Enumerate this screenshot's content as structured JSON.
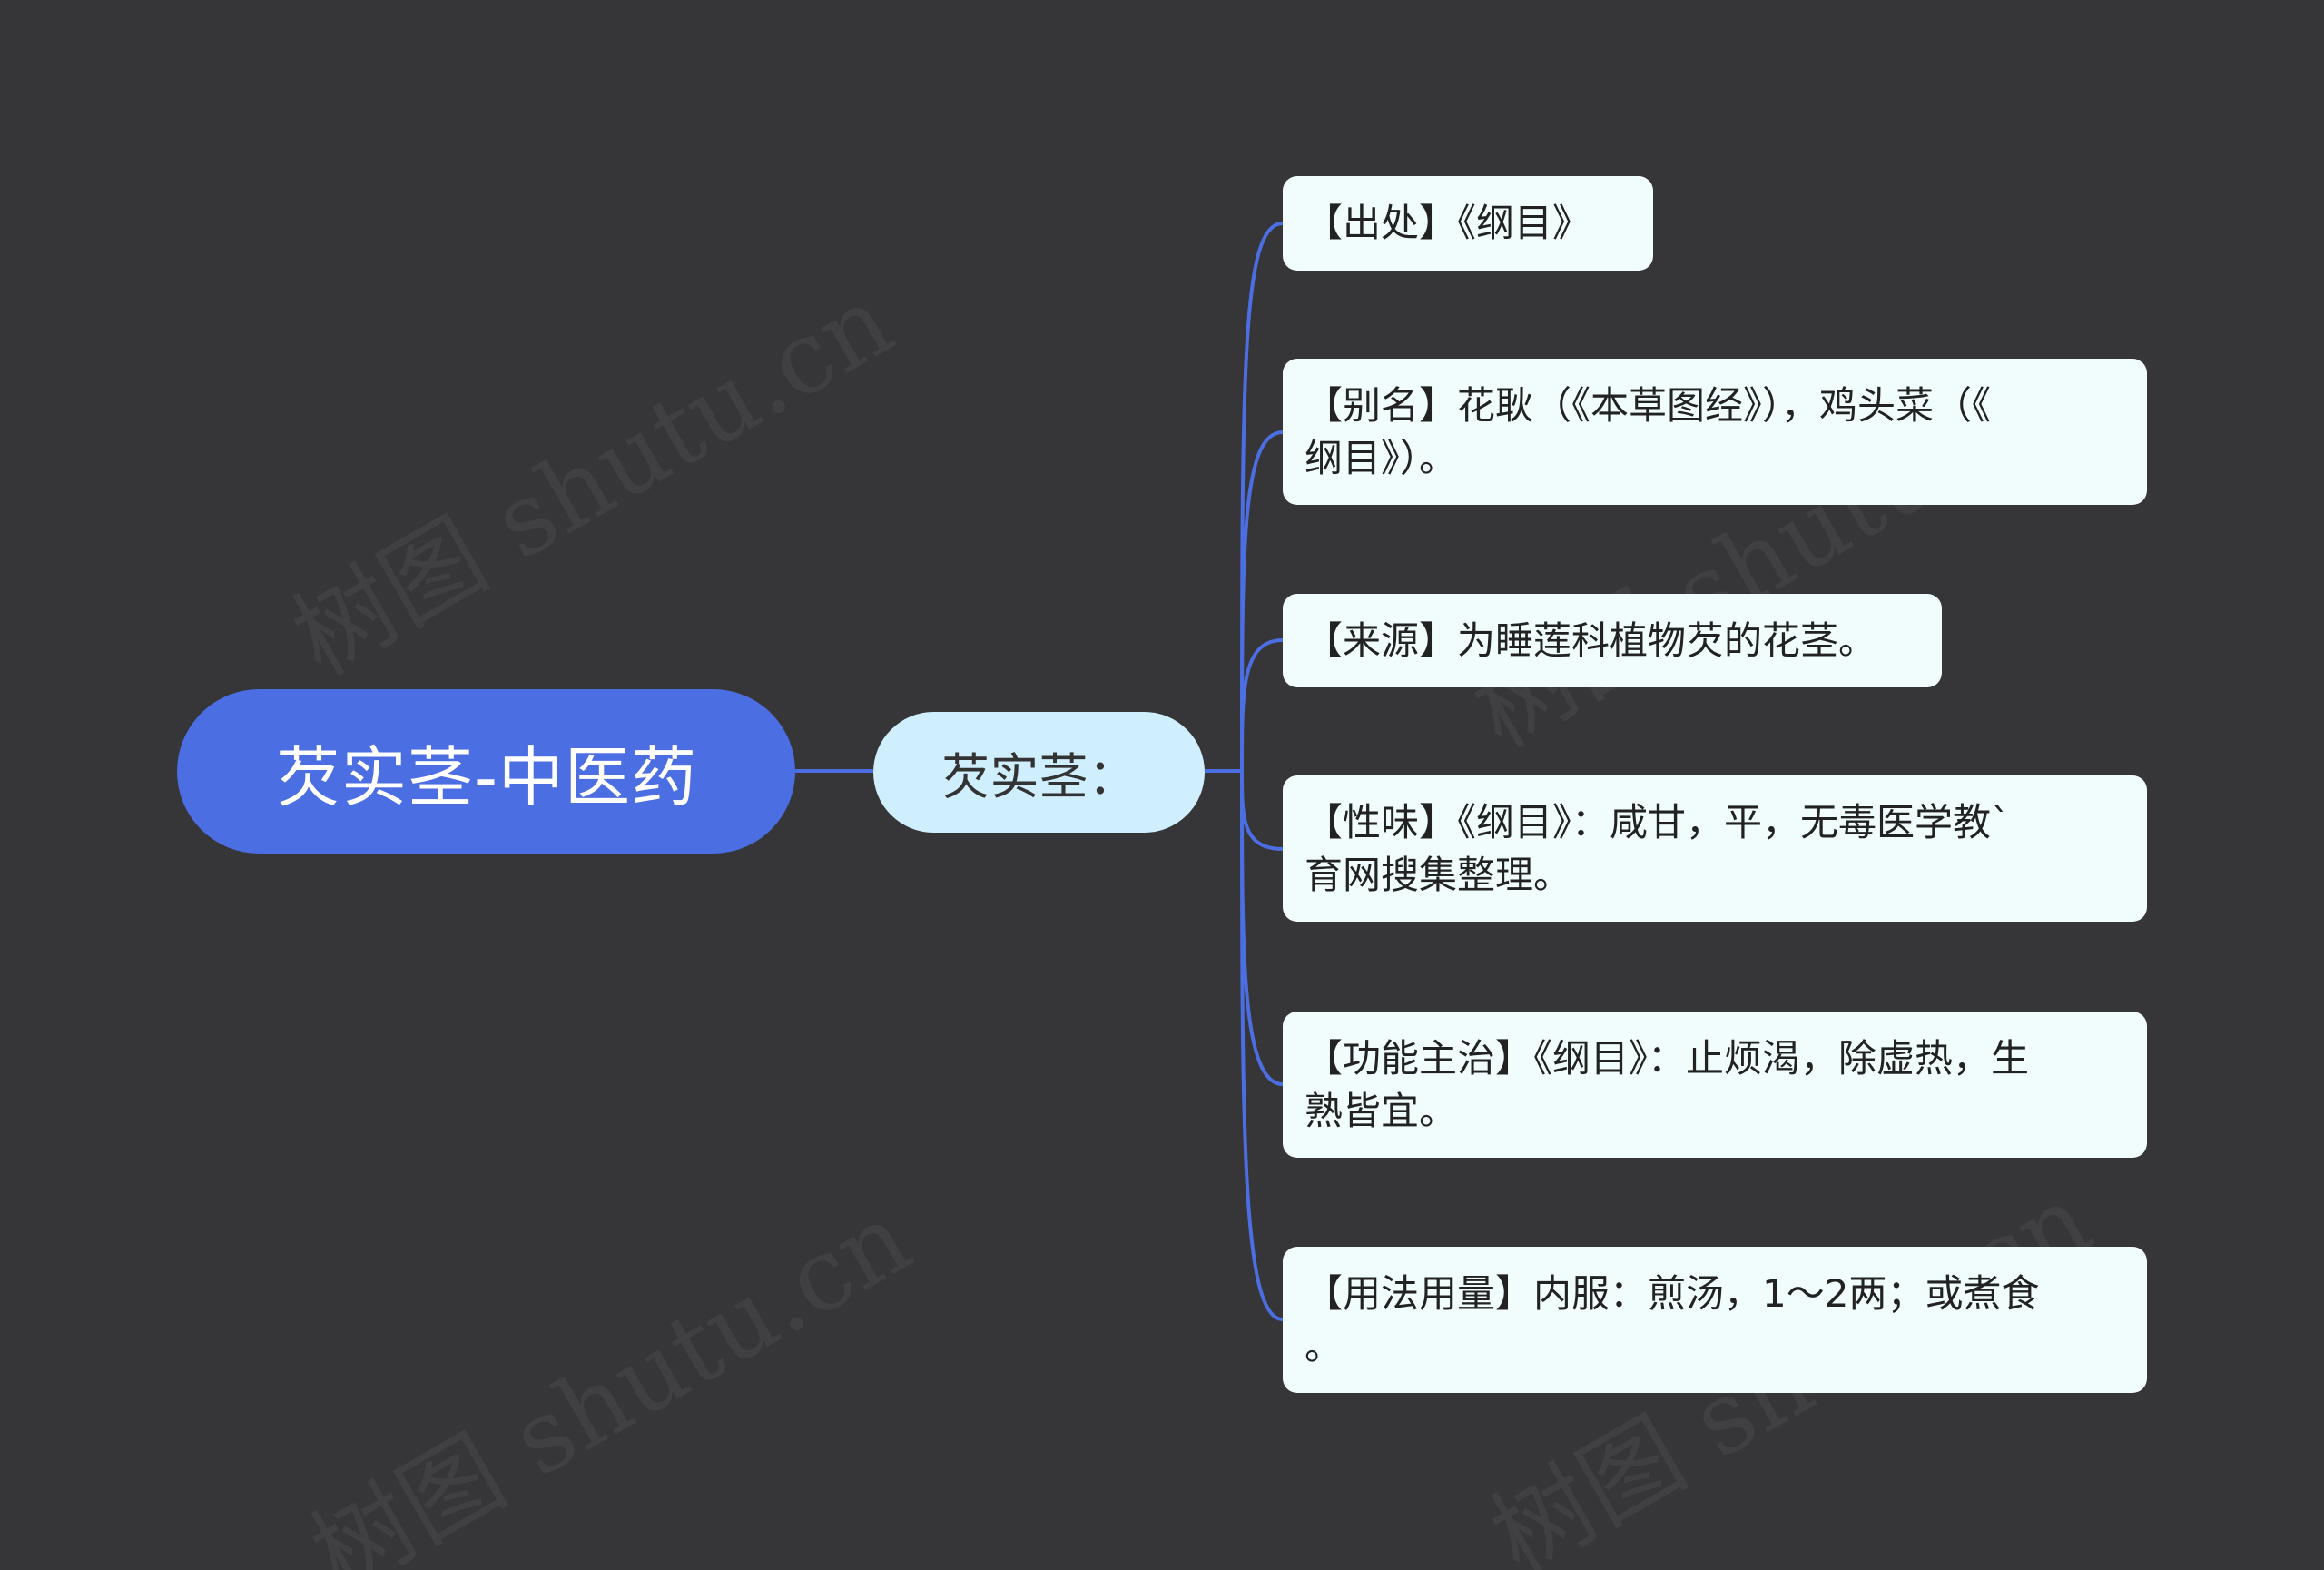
{
  "root": {
    "label": "芡实茎-中医药"
  },
  "hub": {
    "label": "芡实茎："
  },
  "leaves": [
    {
      "lines": [
        "【出处】《纲目》"
      ]
    },
    {
      "lines": [
        "【别名】花耿（《本草图经》），鸡头菜（《",
        "纲目》）。"
      ]
    },
    {
      "lines": [
        "【来源】为睡莲科植物芡的花茎。"
      ]
    },
    {
      "lines": [
        "【性味】《纲目》：咸甘，平，无毒医学教`",
        "育网搜集整理。"
      ]
    },
    {
      "lines": [
        "【功能主治】《纲目》：止烦渴，除虚热，生",
        "熟皆宜。"
      ]
    },
    {
      "lines": [
        "【用法用量】内服：煎汤，1～2两；或煮食",
        "。"
      ]
    }
  ],
  "colors": {
    "background": "#363537",
    "root_fill": "#4c6ee3",
    "hub_fill": "#cfeefe",
    "leaf_fill": "#f1fcfd",
    "connector": "#4c6ee3"
  },
  "watermark": "树图 shutu.cn"
}
